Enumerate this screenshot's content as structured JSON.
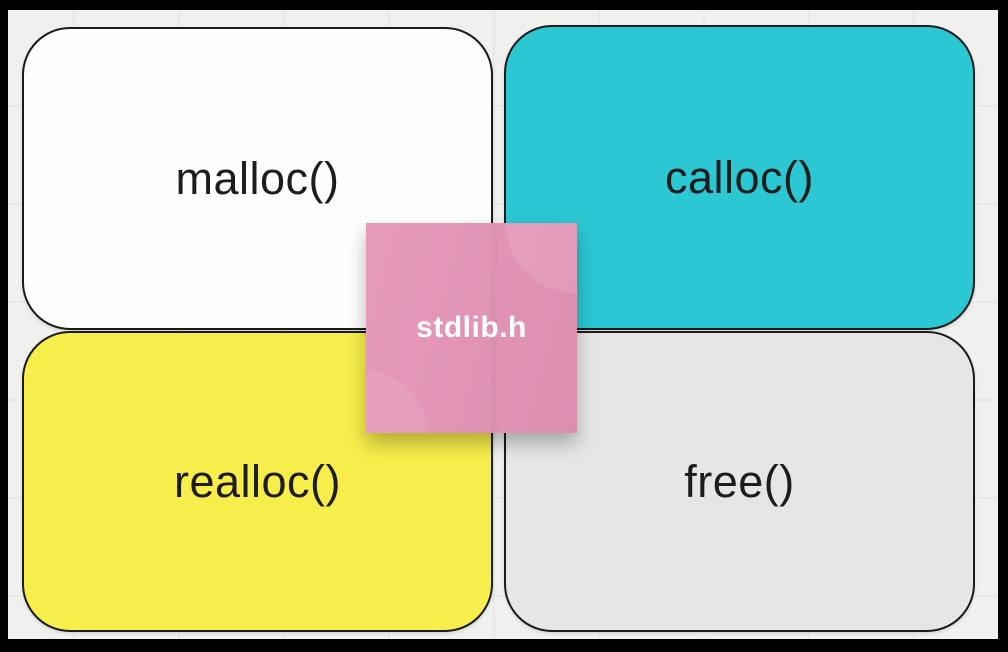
{
  "app": {
    "canvas_background": "#f0f0ef",
    "frame_color": "#000000",
    "shape_stroke_color": "#1b1b1b",
    "shape_text_color": "#1d1d1d"
  },
  "shapes": [
    {
      "id": "malloc",
      "label": "malloc()",
      "fill": "#fefefe"
    },
    {
      "id": "calloc",
      "label": "calloc()",
      "fill": "#2bc8d3"
    },
    {
      "id": "realloc",
      "label": "realloc()",
      "fill": "#f7ee4b"
    },
    {
      "id": "free",
      "label": "free()",
      "fill": "#e6e6e5"
    }
  ],
  "sticky_note": {
    "label": "stdlib.h",
    "fill": "#e594b6",
    "text_color": "#ffffff"
  }
}
